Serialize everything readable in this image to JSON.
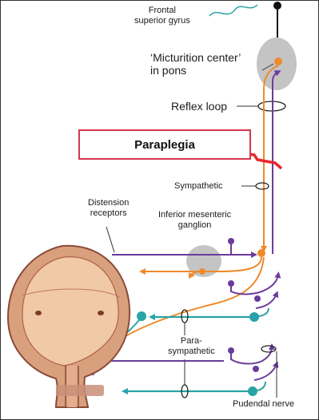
{
  "labels": {
    "frontal": "Frontal\nsuperior gyrus",
    "micturition": "‘Micturition center’\nin pons",
    "reflex_loop": "Reflex loop",
    "paraplegia": "Paraplegia",
    "sympathetic": "Sympathetic",
    "distension": "Distension\nreceptors",
    "inferior_mesenteric": "Inferior mesenteric\nganglion",
    "parasympathetic": "Para-\nsympathetic",
    "pudendal": "Pudendal nerve"
  },
  "colors": {
    "purple": "#6a3c9b",
    "orange": "#ef8a2c",
    "teal": "#2aa3a6",
    "red": "#e8262f",
    "grey": "#c4c4c4",
    "paraplegia_border": "#d3364c"
  }
}
